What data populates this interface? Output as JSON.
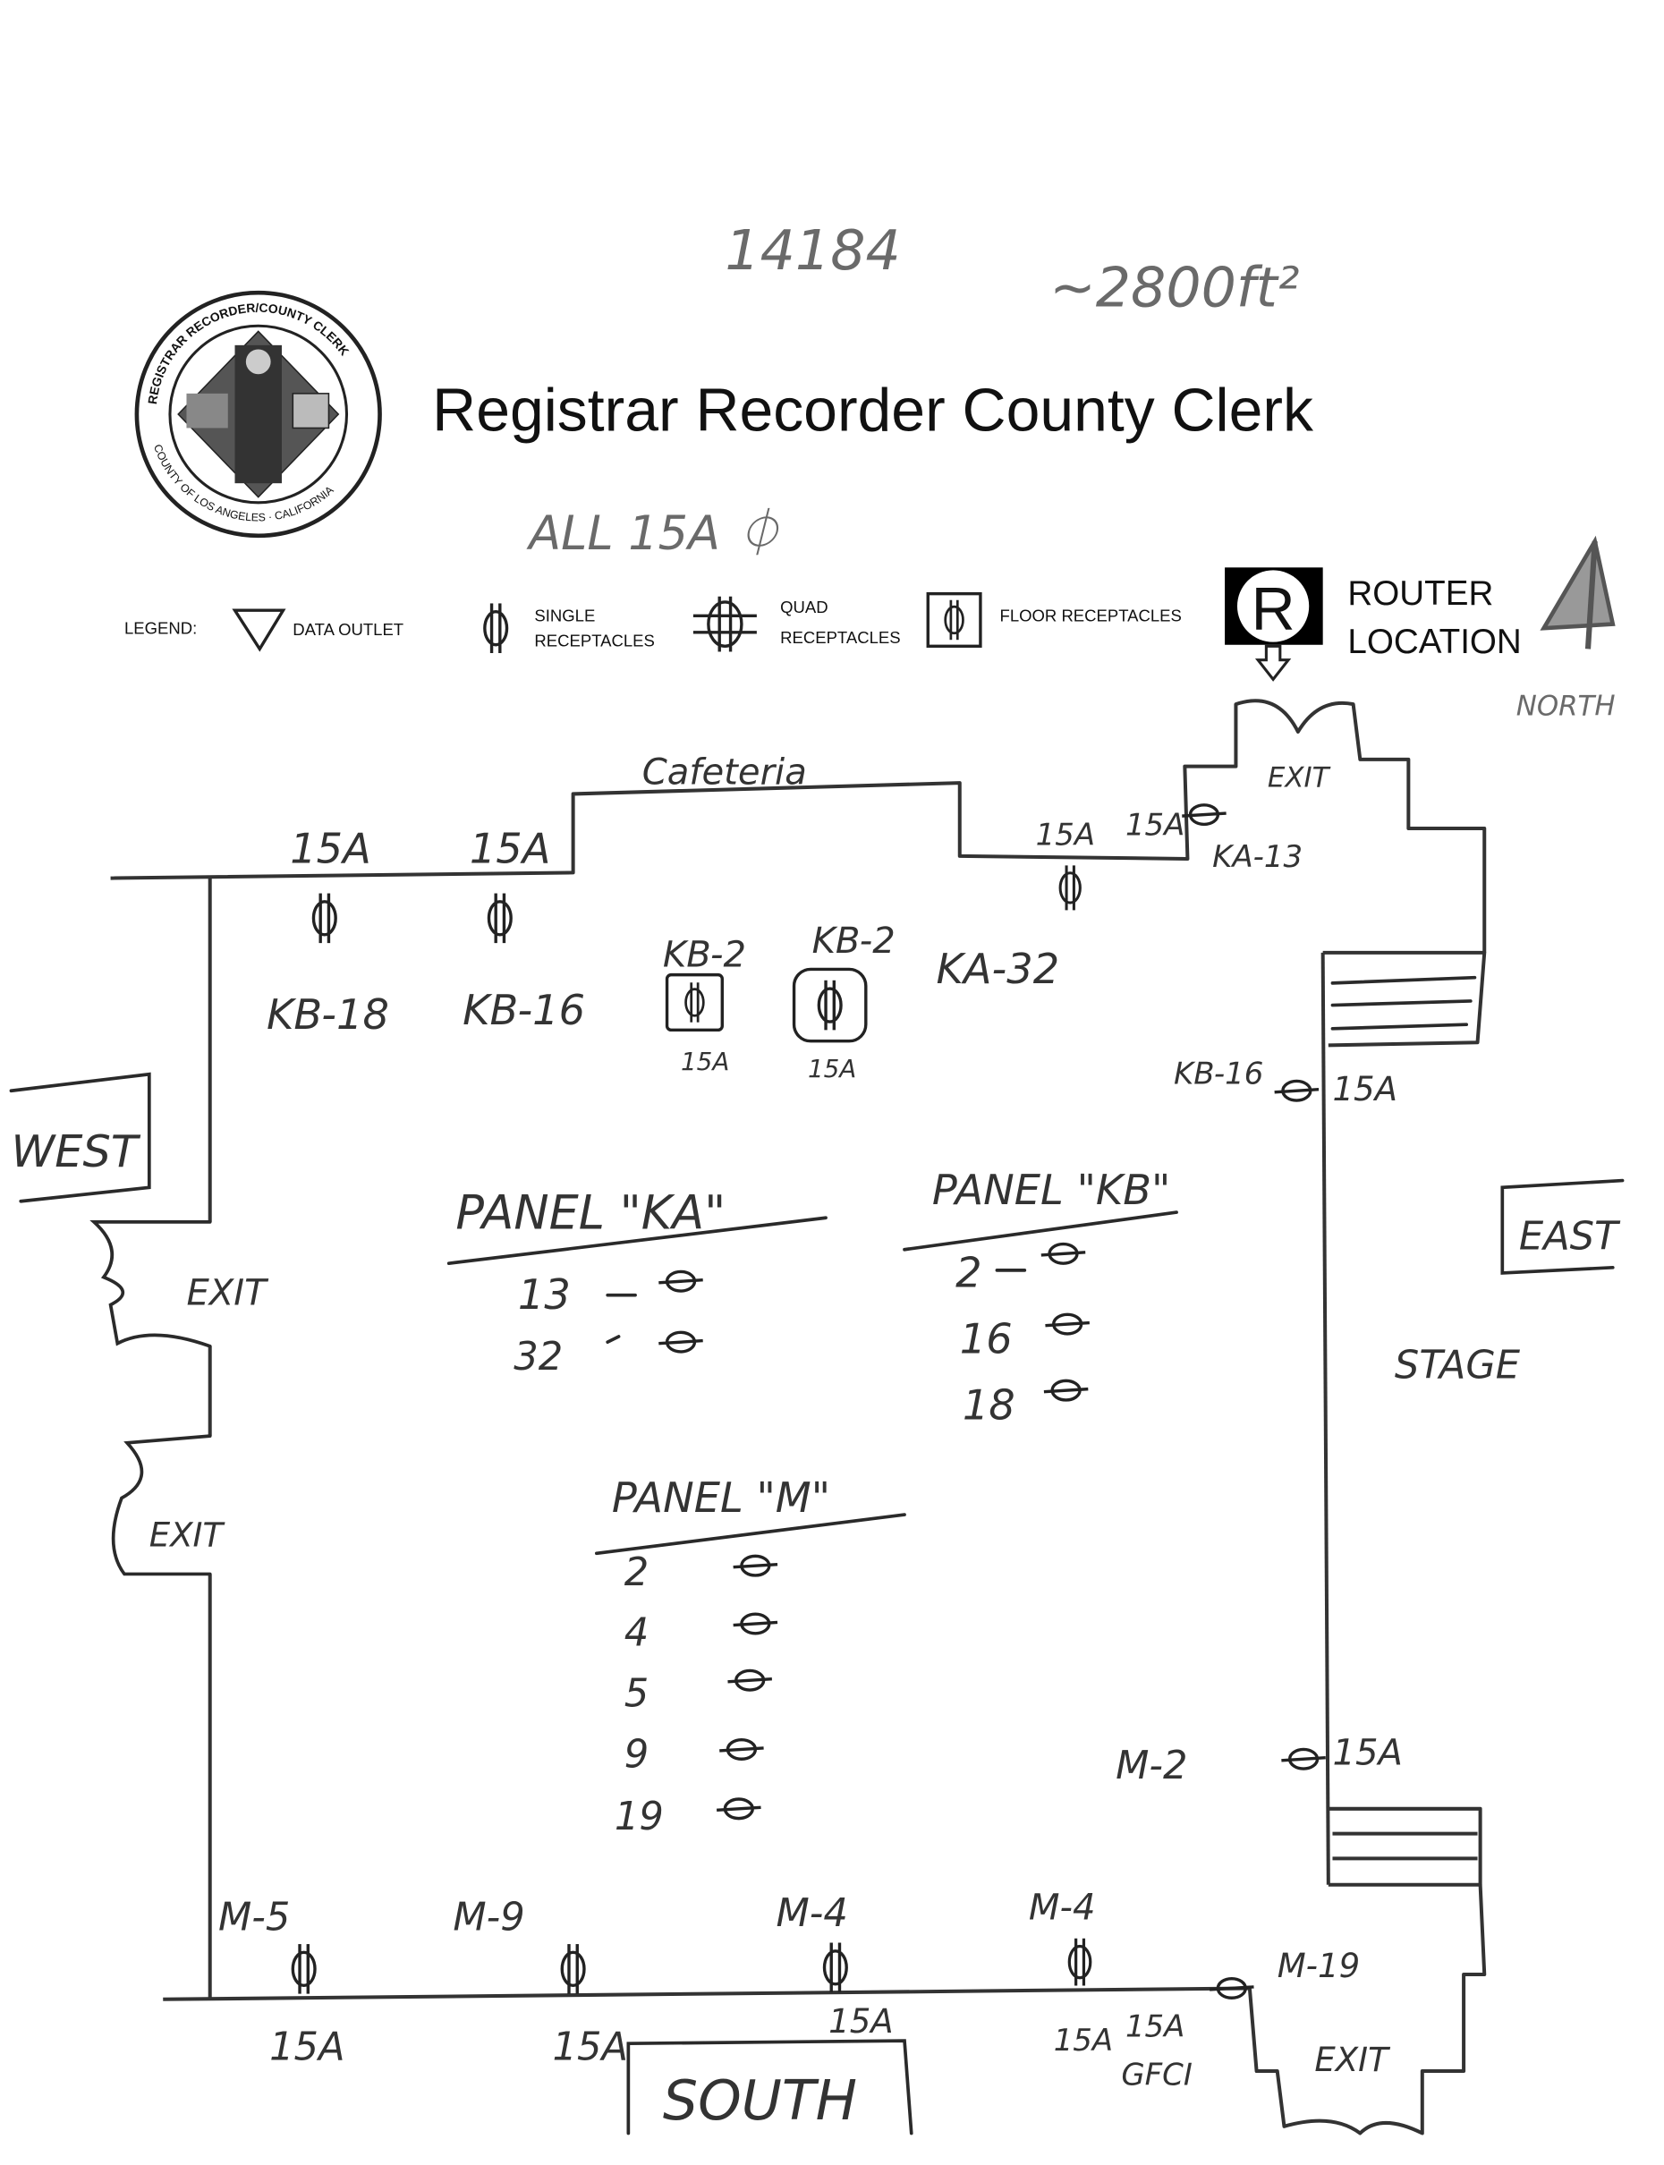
{
  "header": {
    "job_number": "14184",
    "area": "~2800ft²",
    "title": "Registrar Recorder County Clerk",
    "seal_text_top": "REGISTRAR RECORDER/COUNTY CLERK",
    "seal_text_bottom": "COUNTY OF LOS ANGELES · CALIFORNIA",
    "note": "ALL 15A ⏀"
  },
  "legend": {
    "label": "LEGEND:",
    "items": [
      {
        "icon": "data-outlet-icon",
        "line1": "DATA OUTLET",
        "line2": ""
      },
      {
        "icon": "single-receptacle-icon",
        "line1": "SINGLE",
        "line2": "RECEPTACLES"
      },
      {
        "icon": "quad-receptacle-icon",
        "line1": "QUAD",
        "line2": "RECEPTACLES"
      },
      {
        "icon": "floor-receptacle-icon",
        "line1": "FLOOR RECEPTACLES",
        "line2": ""
      },
      {
        "icon": "router-icon",
        "glyph": "R",
        "line1": "ROUTER",
        "line2": "LOCATION"
      }
    ],
    "compass": "NORTH"
  },
  "directions": {
    "west": "WEST",
    "east": "EAST",
    "south": "SOUTH"
  },
  "rooms": {
    "cafeteria": "Cafeteria",
    "stage": "STAGE",
    "exit": "EXIT"
  },
  "outlets": {
    "top": [
      {
        "circuit": "KB-18",
        "amps": "15A"
      },
      {
        "circuit": "KB-16",
        "amps": "15A"
      },
      {
        "circuit": "KB-2",
        "amps": "15A"
      },
      {
        "circuit": "KB-2",
        "amps": "15A"
      },
      {
        "circuit": "KA-32",
        "amps": "15A",
        "amps2": "15A"
      },
      {
        "circuit": "KA-13"
      }
    ],
    "east": [
      {
        "circuit": "KB-16",
        "amps": "15A"
      },
      {
        "circuit": "M-2",
        "amps": "15A"
      }
    ],
    "bottom": [
      {
        "circuit": "M-5",
        "amps": "15A"
      },
      {
        "circuit": "M-9",
        "amps": "15A"
      },
      {
        "circuit": "M-4",
        "amps": "15A"
      },
      {
        "circuit": "M-4",
        "amps": "15A",
        "amps2": "15A",
        "note": "GFCI"
      },
      {
        "circuit": "M-19"
      }
    ]
  },
  "panels": [
    {
      "title": "PANEL \"KA\"",
      "circuits": [
        "13",
        "32"
      ]
    },
    {
      "title": "PANEL \"KB\"",
      "circuits": [
        "2",
        "16",
        "18"
      ]
    },
    {
      "title": "PANEL \"M\"",
      "circuits": [
        "2",
        "4",
        "5",
        "9",
        "19"
      ]
    }
  ]
}
